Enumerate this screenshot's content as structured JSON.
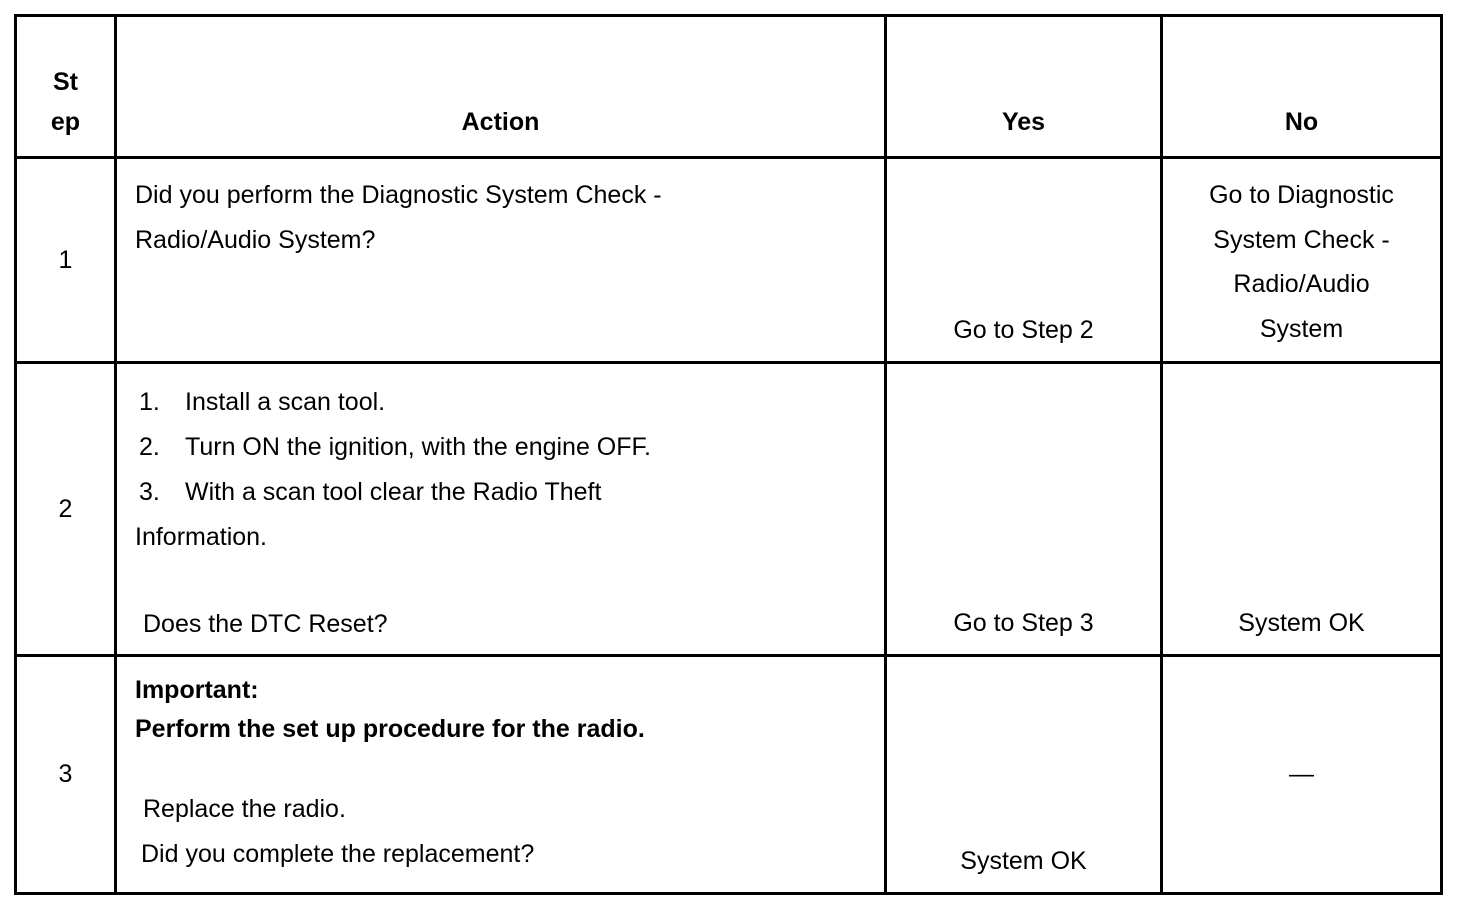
{
  "header": {
    "step": "St\nep",
    "step_line1": "St",
    "step_line2": "ep",
    "action": "Action",
    "yes": "Yes",
    "no": "No"
  },
  "rows": [
    {
      "step": "1",
      "action_lines": [
        "Did you perform the Diagnostic System Check -",
        "Radio/Audio System?"
      ],
      "yes": "Go to Step 2",
      "no_lines": [
        "Go to Diagnostic",
        "System Check -",
        "Radio/Audio",
        "System"
      ]
    },
    {
      "step": "2",
      "action_list": [
        {
          "num": "1.",
          "text": "Install a scan tool."
        },
        {
          "num": "2.",
          "text": "Turn ON the ignition, with the engine OFF."
        },
        {
          "num": "3.",
          "text": "With a scan tool clear the Radio Theft"
        }
      ],
      "action_wrap": "Information.",
      "question": "Does the DTC Reset?",
      "yes": "Go to Step 3",
      "no": "System OK"
    },
    {
      "step": "3",
      "important_label": "Important:",
      "important_text": "Perform the set up procedure for the radio.",
      "action_lines": [
        "Replace the radio.",
        "Did you complete the replacement?"
      ],
      "yes": "System OK",
      "no": "—"
    }
  ]
}
